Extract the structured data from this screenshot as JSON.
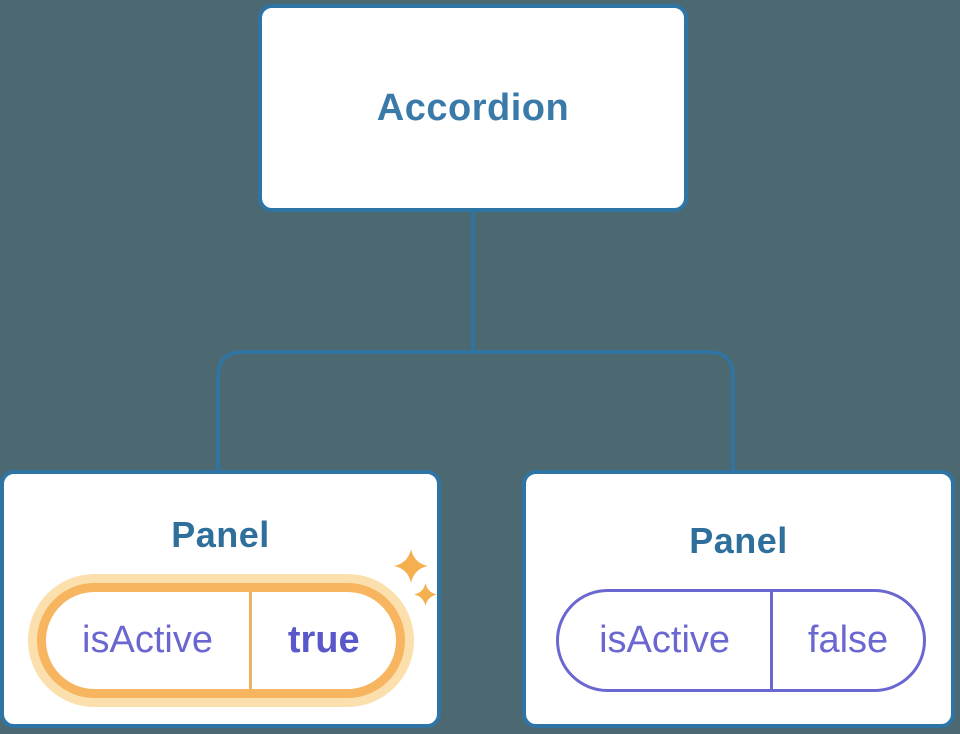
{
  "colors": {
    "bg": "#4C6971",
    "blue": "#2E74A4",
    "node-fill": "#FFFFFF",
    "accordion-title": "#3A7AA8",
    "panel-title": "#2E6F9B",
    "purple": "#6A67D1",
    "purple-bold": "#5957CA",
    "orange": "#F6B55E",
    "orange-glow": "#FBDFAD",
    "orange-divider": "#F2AF5C",
    "sparkle": "#F4B04F"
  },
  "diagram": {
    "root": {
      "label": "Accordion"
    },
    "children": [
      {
        "label": "Panel",
        "state": {
          "key": "isActive",
          "value": "true"
        },
        "highlighted": true
      },
      {
        "label": "Panel",
        "state": {
          "key": "isActive",
          "value": "false"
        },
        "highlighted": false
      }
    ]
  }
}
